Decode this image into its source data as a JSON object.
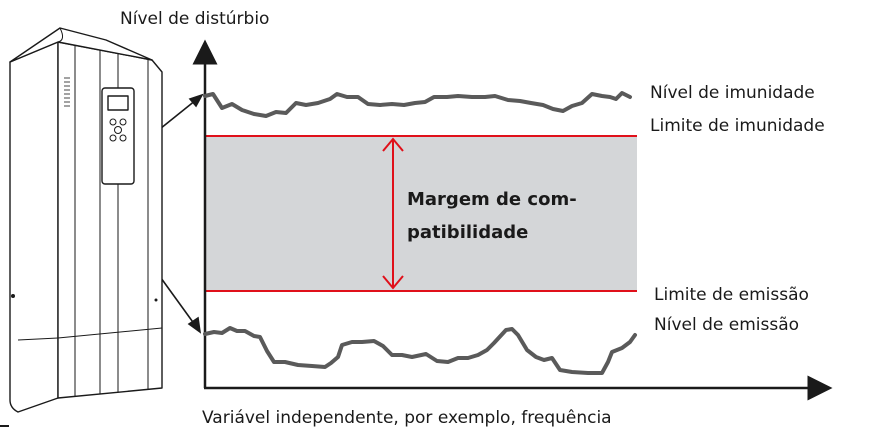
{
  "labels": {
    "y_axis": "Nível de distúrbio",
    "x_axis": "Variável independente, por exemplo, frequência",
    "immunity_level": "Nível de imunidade",
    "immunity_limit": "Limite de imunidade",
    "emission_limit": "Limite de emissão",
    "emission_level": "Nível de emissão",
    "margin_line1": "Margem de com-",
    "margin_line2": "patibilidade"
  },
  "colors": {
    "limit_line": "#e0101a",
    "margin_band": "#d4d6d8",
    "level_curve": "#5a5a5a",
    "axis": "#1a1a1a"
  },
  "icons": {
    "device": "frequency-drive-cabinet-icon"
  }
}
